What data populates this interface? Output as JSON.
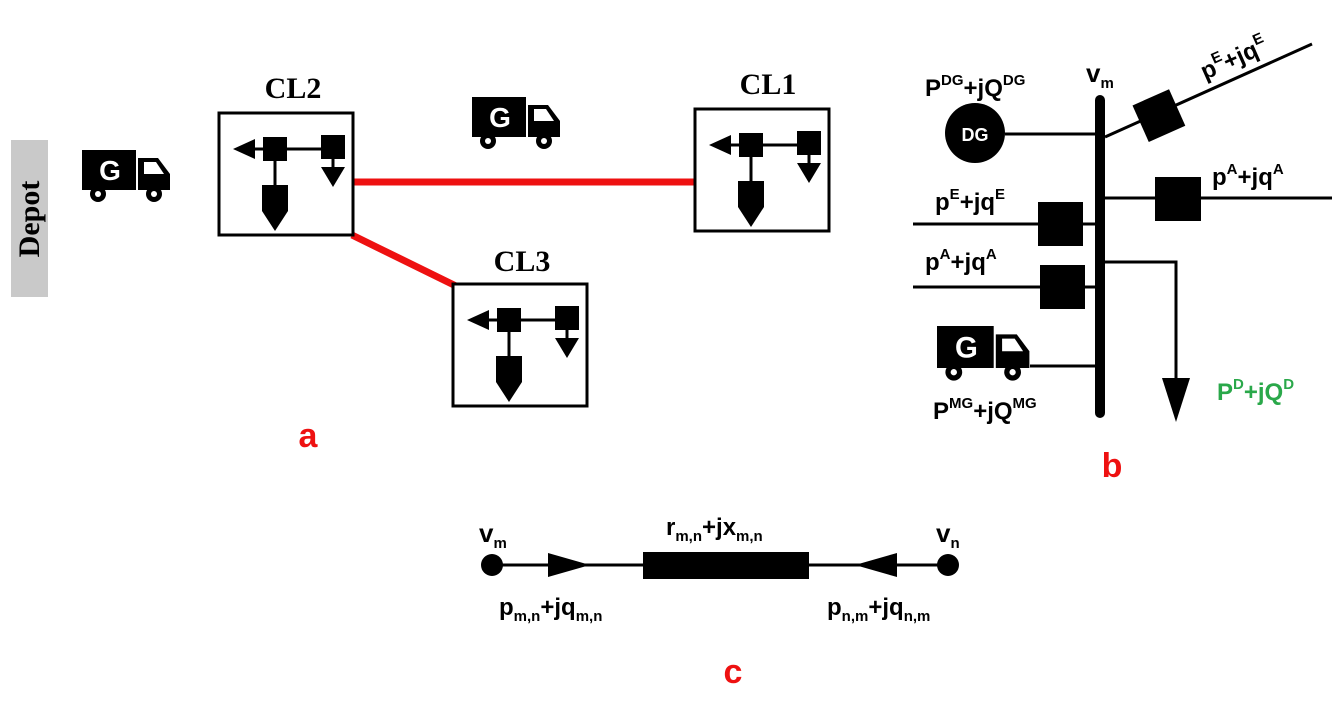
{
  "colors": {
    "line": "#000000",
    "link": "#ee1111",
    "panel_label": "#ee1111",
    "demand": "#2aa84a",
    "depot_bg": "#c9c9c9"
  },
  "icons": {
    "truck": "generator-truck-icon",
    "dg": "dg-generator-icon",
    "load": "switch-arrow-icon"
  },
  "panel_a": {
    "depot": "Depot",
    "truck_letter": "G",
    "clusters": [
      {
        "id": "cl1",
        "label": "CL1"
      },
      {
        "id": "cl2",
        "label": "CL2"
      },
      {
        "id": "cl3",
        "label": "CL3"
      }
    ],
    "label": "a"
  },
  "panel_b": {
    "bus": {
      "base": "v",
      "sub": "m"
    },
    "dg": {
      "symbol": "DG",
      "p_base": "P",
      "p_sup": "DG",
      "plus": "+jQ",
      "q_sup": "DG"
    },
    "top_right": {
      "p": "p",
      "p_sup": "E",
      "plus": "+jq",
      "q_sup": "E"
    },
    "right": {
      "p": "p",
      "p_sup": "A",
      "plus": "+jq",
      "q_sup": "A"
    },
    "left_e": {
      "p": "p",
      "p_sup": "E",
      "plus": "+jq",
      "q_sup": "E"
    },
    "left_a": {
      "p": "p",
      "p_sup": "A",
      "plus": "+jq",
      "q_sup": "A"
    },
    "mg": {
      "p": "P",
      "p_sup": "MG",
      "plus": "+jQ",
      "q_sup": "MG"
    },
    "demand": {
      "p": "P",
      "p_sup": "D",
      "plus": "+jQ",
      "q_sup": "D"
    },
    "truck_letter": "G",
    "label": "b"
  },
  "panel_c": {
    "vm": {
      "base": "v",
      "sub": "m"
    },
    "vn": {
      "base": "v",
      "sub": "n"
    },
    "impedance": {
      "r": "r",
      "r_sub": "m,n",
      "plus": "+jx",
      "x_sub": "m,n"
    },
    "flow_mn": {
      "p": "p",
      "p_sub": "m,n",
      "plus": "+jq",
      "q_sub": "m,n"
    },
    "flow_nm": {
      "p": "p",
      "p_sub": "n,m",
      "plus": "+jq",
      "q_sub": "n,m"
    },
    "label": "c"
  }
}
